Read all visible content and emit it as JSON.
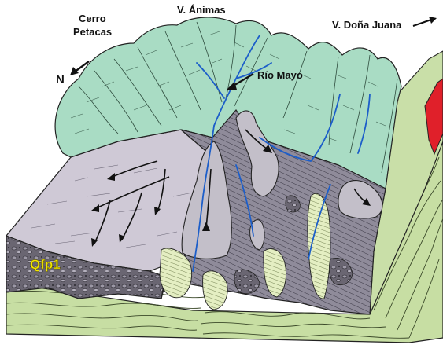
{
  "labels": {
    "cerro_line1": "Cerro",
    "cerro_line2": "Petacas",
    "v_animas": "V. Ánimas",
    "v_dona_juana": "V. Doña Juana",
    "north": "N",
    "rio_mayo": "Río Mayo",
    "qfp1": "Qfp1"
  },
  "colors": {
    "mountain_green": "#a9dcc4",
    "fan_lilac": "#cfc9d6",
    "deposit_dark": "#8f8b9a",
    "gravel": "#5d5a66",
    "strata_green": "#c7dea3",
    "river_blue": "#1c5ec9",
    "outcrop_red": "#e0202a",
    "qfp1_yellow": "#f2e600"
  }
}
